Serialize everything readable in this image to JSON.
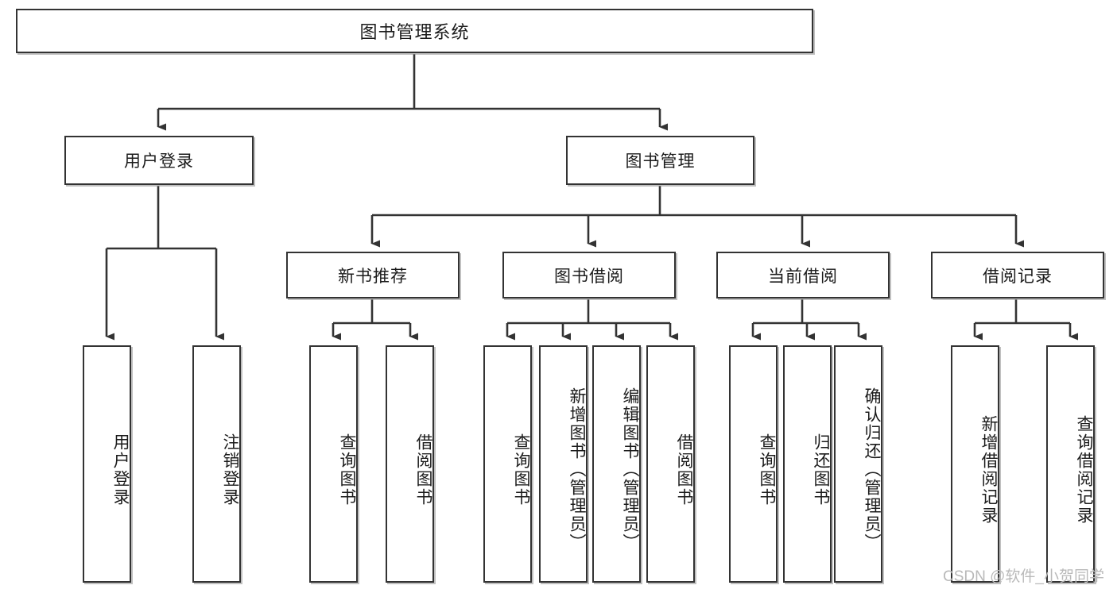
{
  "diagram": {
    "title_node": {
      "label": "图书管理系统"
    },
    "level2": [
      {
        "id": "user-login",
        "label": "用户登录"
      },
      {
        "id": "book-management",
        "label": "图书管理"
      }
    ],
    "level3": [
      {
        "id": "new-book-recommend",
        "label": "新书推荐"
      },
      {
        "id": "book-borrow",
        "label": "图书借阅"
      },
      {
        "id": "current-borrow",
        "label": "当前借阅"
      },
      {
        "id": "borrow-record",
        "label": "借阅记录"
      }
    ],
    "leaves": {
      "user_login": [
        {
          "id": "leaf-user-login",
          "label": "用户登录"
        },
        {
          "id": "leaf-logout-login",
          "label": "注销登录"
        }
      ],
      "new_book_recommend": [
        {
          "id": "leaf-query-book-1",
          "label": "查询图书"
        },
        {
          "id": "leaf-borrow-book-1",
          "label": "借阅图书"
        }
      ],
      "book_borrow": [
        {
          "id": "leaf-query-book-2",
          "label": "查询图书"
        },
        {
          "id": "leaf-add-book",
          "label": "新增图书（管理员）"
        },
        {
          "id": "leaf-edit-book",
          "label": "编辑图书（管理员）"
        },
        {
          "id": "leaf-borrow-book-2",
          "label": "借阅图书"
        }
      ],
      "current_borrow": [
        {
          "id": "leaf-query-book-3",
          "label": "查询图书"
        },
        {
          "id": "leaf-return-book",
          "label": "归还图书"
        },
        {
          "id": "leaf-confirm-return",
          "label": "确认归还（管理员）"
        }
      ],
      "borrow_record": [
        {
          "id": "leaf-add-borrow-record",
          "label": "新增借阅记录"
        },
        {
          "id": "leaf-query-borrow-record",
          "label": "查询借阅记录"
        }
      ]
    }
  },
  "watermark": {
    "text": "CSDN @软件_小贺同学"
  },
  "colors": {
    "box_border": "#333333",
    "box_fill": "#ffffff",
    "connector": "#333333",
    "text": "#1b1b1b",
    "watermark": "#b9b9b9"
  }
}
